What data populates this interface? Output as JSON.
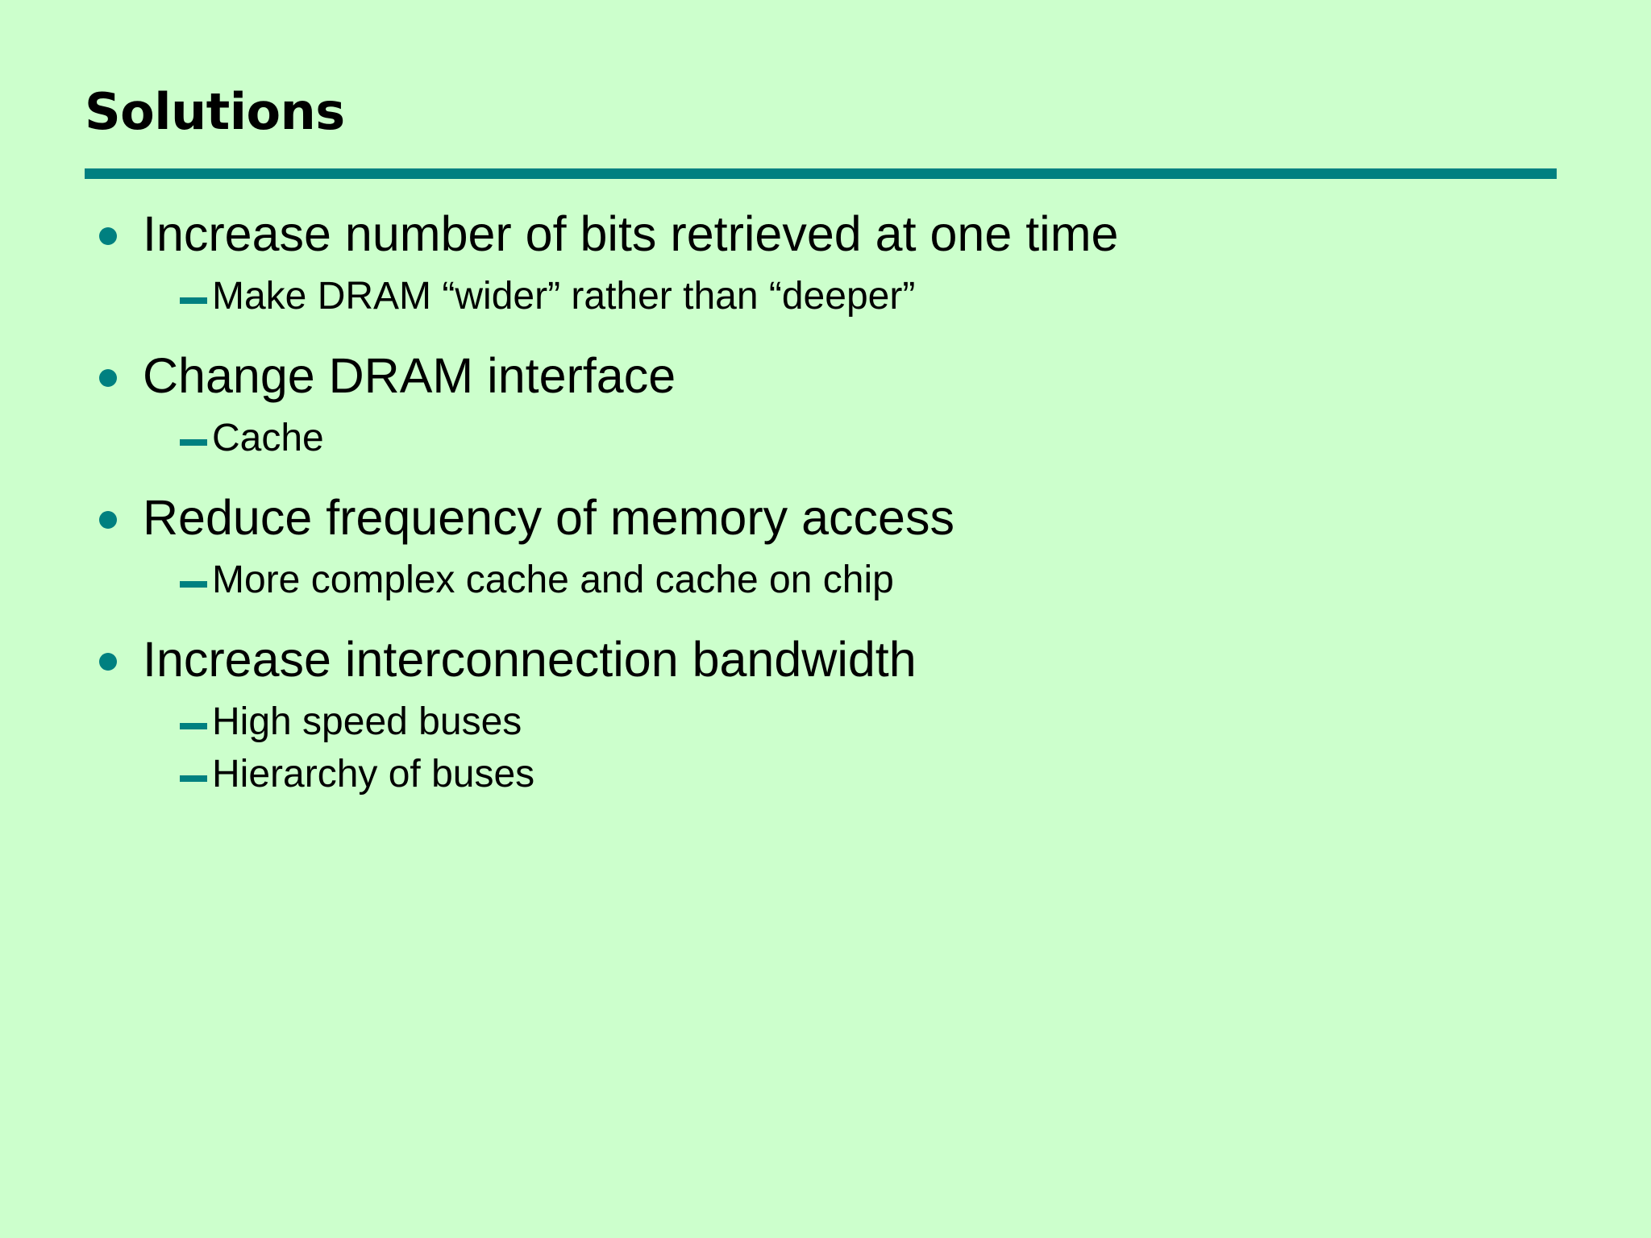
{
  "slide": {
    "title": "Solutions",
    "theme": {
      "background_color": "#ccffcc",
      "accent_color": "#008080",
      "text_color": "#000000"
    },
    "bullets": [
      {
        "text": "Increase number of bits retrieved at one time",
        "sub": [
          "Make DRAM “wider” rather than “deeper”"
        ]
      },
      {
        "text": "Change DRAM interface",
        "sub": [
          "Cache"
        ]
      },
      {
        "text": "Reduce frequency of memory access",
        "sub": [
          "More complex cache and cache on chip"
        ]
      },
      {
        "text": "Increase interconnection bandwidth",
        "sub": [
          "High speed buses",
          "Hierarchy of buses"
        ]
      }
    ]
  }
}
